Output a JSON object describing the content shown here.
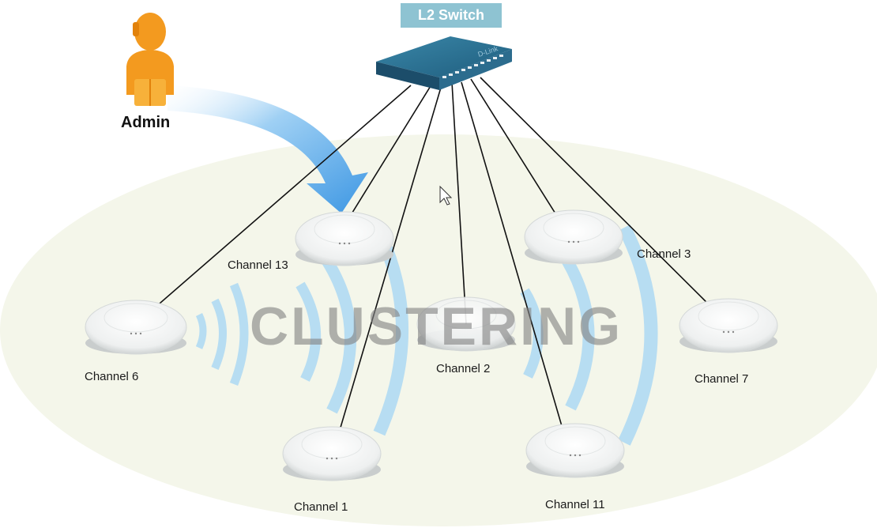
{
  "switch": {
    "label": "L2 Switch",
    "brand": "D-Link",
    "color": "#8ec3d2"
  },
  "admin": {
    "label": "Admin"
  },
  "watermark": "CLUSTERING",
  "access_points": [
    {
      "id": "ap-ch13",
      "label": "Channel 13"
    },
    {
      "id": "ap-ch3",
      "label": "Channel 3"
    },
    {
      "id": "ap-ch6",
      "label": "Channel 6"
    },
    {
      "id": "ap-ch2",
      "label": "Channel 2"
    },
    {
      "id": "ap-ch7",
      "label": "Channel 7"
    },
    {
      "id": "ap-ch1",
      "label": "Channel 1"
    },
    {
      "id": "ap-ch11",
      "label": "Channel 11"
    }
  ],
  "colors": {
    "wave": "#b7ddf2",
    "arrow": "#4aa3e8",
    "admin": "#f39a1f",
    "field": "#f4f6ea"
  }
}
